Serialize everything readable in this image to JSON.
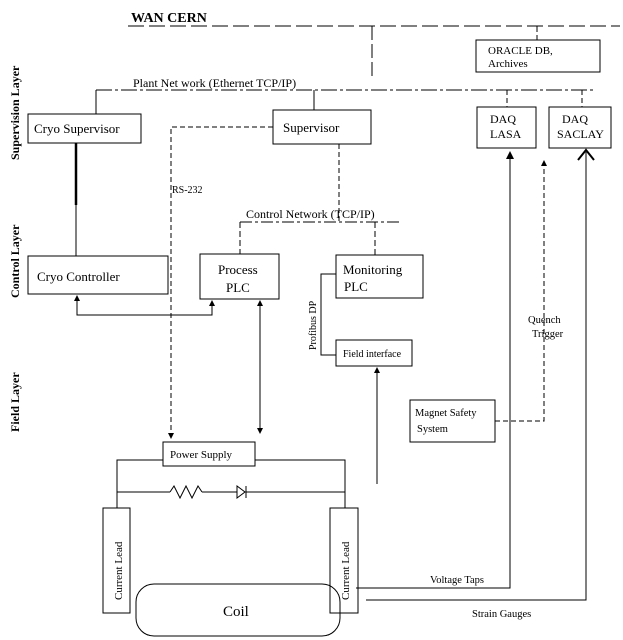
{
  "title": "WAN CERN",
  "layers": {
    "supervision": "Supervision Layer",
    "control": "Control Layer",
    "field": "Field Layer"
  },
  "networks": {
    "plant": "Plant Net work (Ethernet TCP/IP)",
    "control": "Control Network (TCP/IP)"
  },
  "boxes": {
    "oracle_line1": "ORACLE DB,",
    "oracle_line2": "Archives",
    "cryo_supervisor": "Cryo Supervisor",
    "supervisor": "Supervisor",
    "daq_lasa_line1": "DAQ",
    "daq_lasa_line2": "LASA",
    "daq_saclay_line1": "DAQ",
    "daq_saclay_line2": "SACLAY",
    "cryo_controller": "Cryo Controller",
    "process_plc_line1": "Process",
    "process_plc_line2": "PLC",
    "monitoring_plc_line1": "Monitoring",
    "monitoring_plc_line2": "PLC",
    "field_interface": "Field interface",
    "magnet_safety_line1": "Magnet Safety",
    "magnet_safety_line2": "System",
    "power_supply": "Power Supply",
    "current_lead_left": "Current Lead",
    "current_lead_right": "Current Lead",
    "coil": "Coil"
  },
  "labels": {
    "rs232": "RS-232",
    "profibus": "Profibus DP",
    "quench_line1": "Quench",
    "quench_line2": "Trigger",
    "voltage_taps": "Voltage Taps",
    "strain_gauges": "Strain Gauges"
  }
}
